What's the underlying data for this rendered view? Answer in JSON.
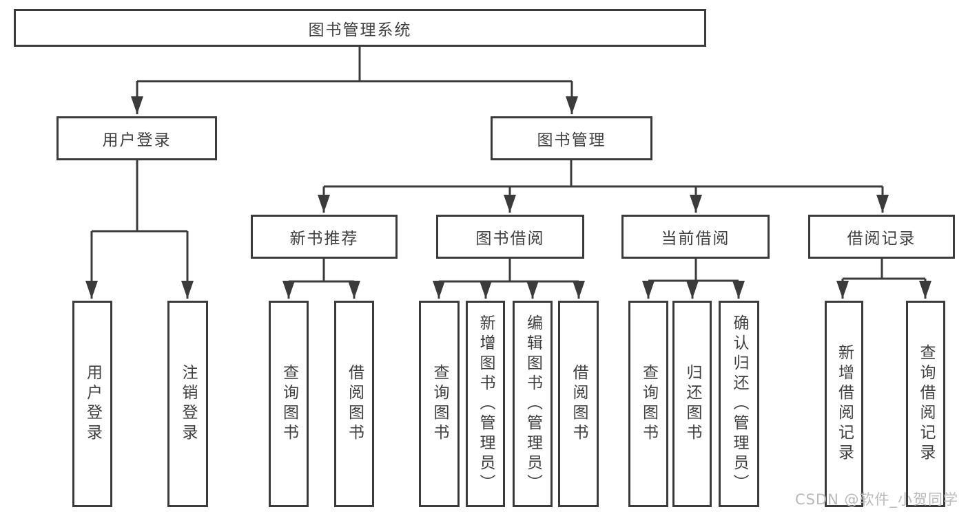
{
  "nodes": {
    "root": "图书管理系统",
    "user_login": "用户登录",
    "book_mgmt": "图书管理",
    "new_book_rec": "新书推荐",
    "book_borrow": "图书借阅",
    "current_borrow": "当前借阅",
    "borrow_records": "借阅记录",
    "ul_user_login": "用户登录",
    "ul_logout": "注销登录",
    "nb_query_book": "查询图书",
    "nb_borrow_book": "借阅图书",
    "bb_query_book": "查询图书",
    "bb_add_book": "新增图书（管理员）",
    "bb_edit_book": "编辑图书（管理员）",
    "bb_borrow_book": "借阅图书",
    "cb_query_book": "查询图书",
    "cb_return_book": "归还图书",
    "cb_confirm_return": "确认归还（管理员）",
    "br_add_record": "新增借阅记录",
    "br_query_record": "查询借阅记录"
  },
  "watermark": "CSDN @软件_小贺同学",
  "colors": {
    "line": "#3b3b3b",
    "text": "#3f3f3f",
    "watermark": "#b9b9b9",
    "background": "#ffffff"
  }
}
